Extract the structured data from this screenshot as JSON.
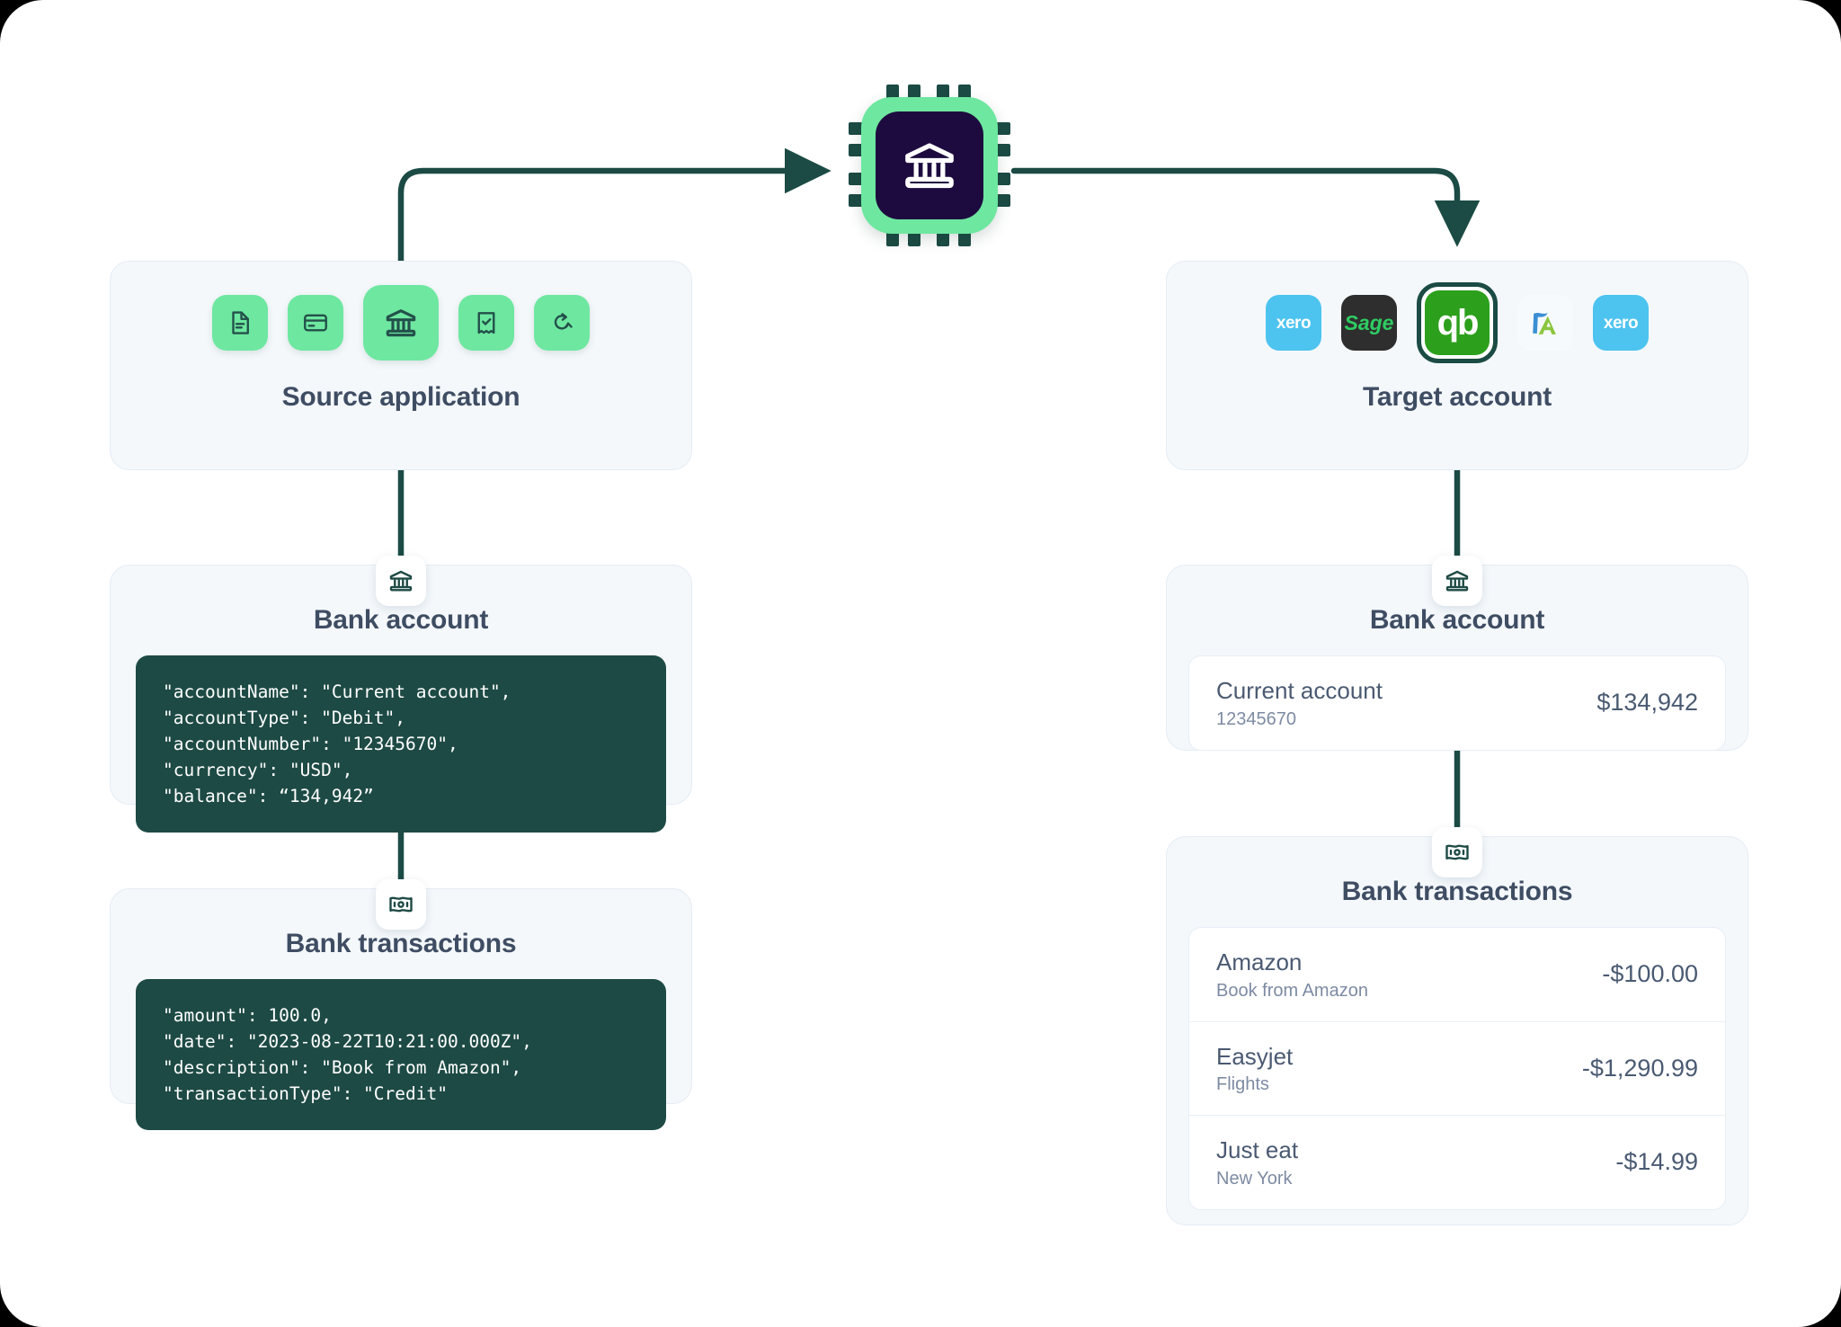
{
  "hub": {
    "icon": "bank-icon",
    "label": "data-hub-chip"
  },
  "source": {
    "title": "Source application",
    "tiles": [
      {
        "icon": "invoice-document-icon",
        "selected": false
      },
      {
        "icon": "credit-card-icon",
        "selected": false
      },
      {
        "icon": "bank-icon",
        "selected": true
      },
      {
        "icon": "receipt-check-icon",
        "selected": false
      },
      {
        "icon": "refresh-sync-icon",
        "selected": false
      }
    ],
    "bank_account": {
      "badge_icon": "bank-icon",
      "title": "Bank account",
      "code": "\"accountName\": \"Current account\",\n\"accountType\": \"Debit\",\n\"accountNumber\": \"12345670\",\n\"currency\": \"USD\",\n\"balance\": “134,942”"
    },
    "bank_transactions": {
      "badge_icon": "banknote-icon",
      "title": "Bank transactions",
      "code": "\"amount\": 100.0,\n\"date\": \"2023-08-22T10:21:00.000Z\",\n\"description\": \"Book from Amazon\",\n\"transactionType\": \"Credit\""
    }
  },
  "target": {
    "title": "Target account",
    "logos": [
      {
        "name": "xero-logo",
        "text": "xero",
        "selected": false
      },
      {
        "name": "sage-logo",
        "text": "Sage",
        "selected": false
      },
      {
        "name": "quickbooks-logo",
        "text": "qb",
        "selected": true
      },
      {
        "name": "freeagent-logo",
        "text": "",
        "selected": false
      },
      {
        "name": "xero-logo",
        "text": "xero",
        "selected": false
      }
    ],
    "bank_account": {
      "badge_icon": "bank-icon",
      "title": "Bank account",
      "rows": [
        {
          "name": "Current account",
          "sub": "12345670",
          "amount": "$134,942"
        }
      ]
    },
    "bank_transactions": {
      "badge_icon": "banknote-icon",
      "title": "Bank transactions",
      "rows": [
        {
          "name": "Amazon",
          "sub": "Book from Amazon",
          "amount": "-$100.00"
        },
        {
          "name": "Easyjet",
          "sub": "Flights",
          "amount": "-$1,290.99"
        },
        {
          "name": "Just eat",
          "sub": "New York",
          "amount": "-$14.99"
        }
      ]
    }
  },
  "colors": {
    "mint": "#6ee7a0",
    "deep_teal": "#1b4b44",
    "code_bg": "#1d4a44",
    "panel_bg": "#f4f8fb",
    "heading": "#3f4d63",
    "chip_core": "#1d0b3f",
    "xero_blue": "#4dc3ef",
    "sage_green": "#2ecc62",
    "qb_green": "#2ca01c"
  }
}
